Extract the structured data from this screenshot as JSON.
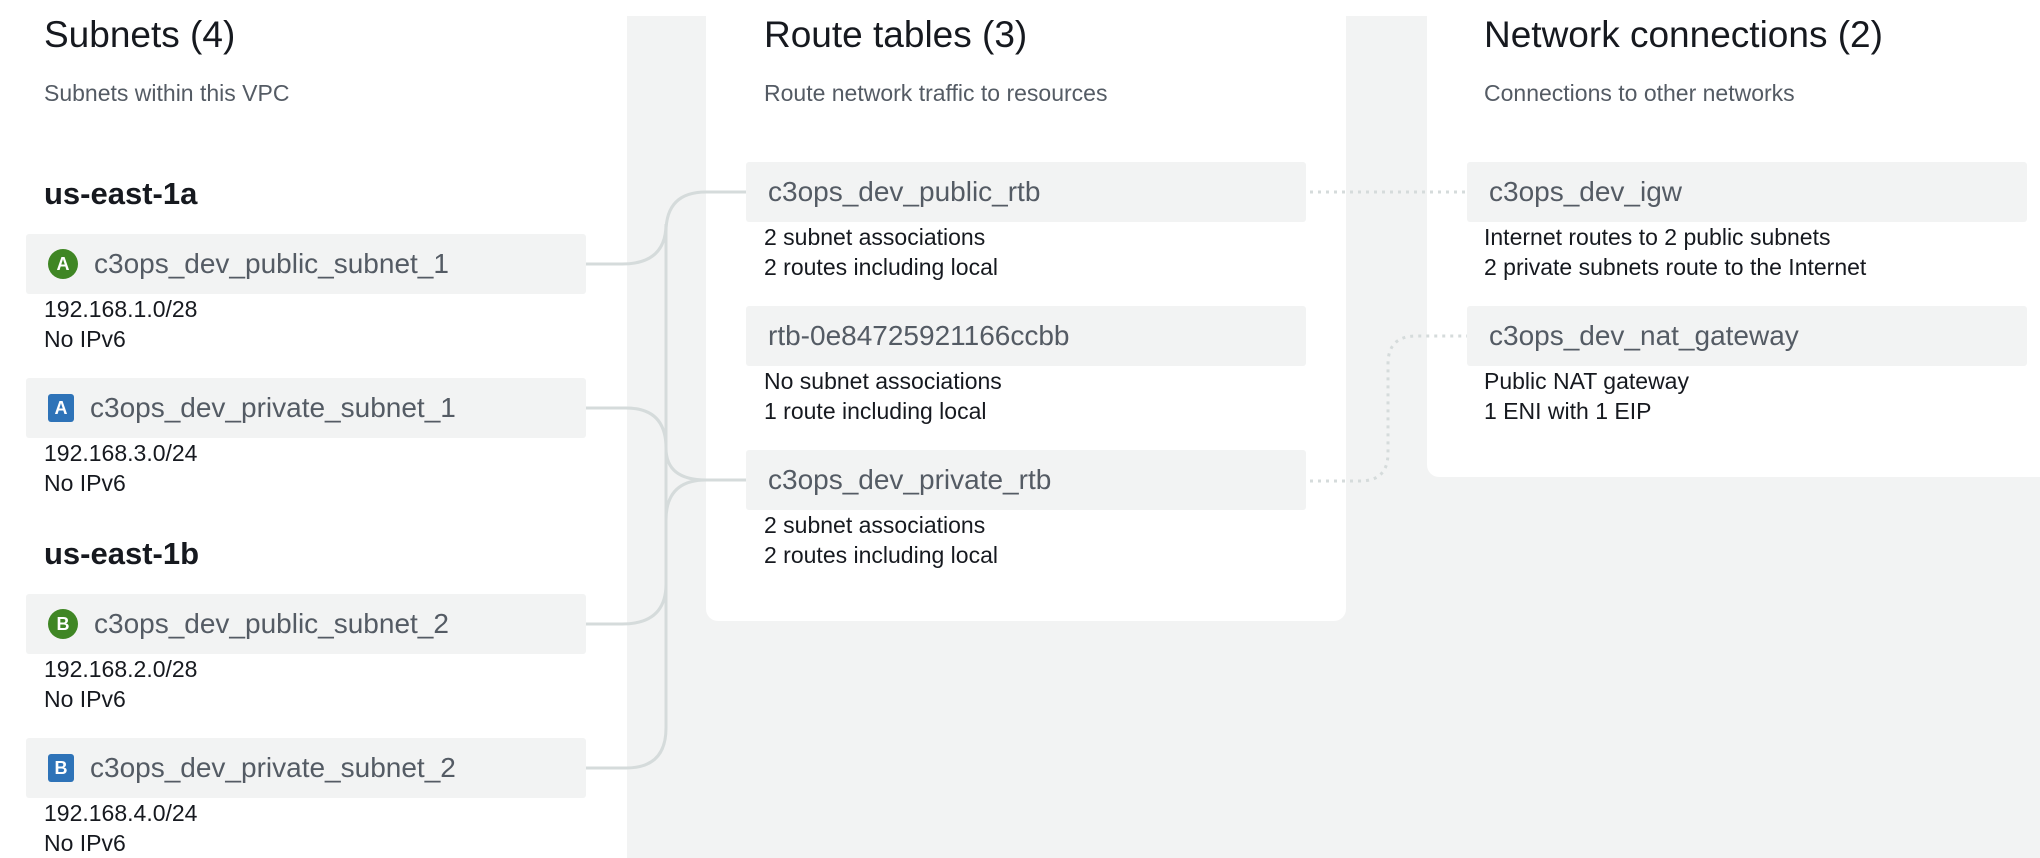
{
  "subnets": {
    "title": "Subnets (4)",
    "subtitle": "Subnets within this VPC",
    "zones": [
      {
        "name": "us-east-1a"
      },
      {
        "name": "us-east-1b"
      }
    ],
    "items": [
      {
        "badge": "A",
        "kind": "public",
        "name": "c3ops_dev_public_subnet_1",
        "cidr": "192.168.1.0/28",
        "ipv6": "No IPv6",
        "color": "#3f8624"
      },
      {
        "badge": "A",
        "kind": "private",
        "name": "c3ops_dev_private_subnet_1",
        "cidr": "192.168.3.0/24",
        "ipv6": "No IPv6",
        "color": "#2e73b8"
      },
      {
        "badge": "B",
        "kind": "public",
        "name": "c3ops_dev_public_subnet_2",
        "cidr": "192.168.2.0/28",
        "ipv6": "No IPv6",
        "color": "#3f8624"
      },
      {
        "badge": "B",
        "kind": "private",
        "name": "c3ops_dev_private_subnet_2",
        "cidr": "192.168.4.0/24",
        "ipv6": "No IPv6",
        "color": "#2e73b8"
      }
    ]
  },
  "route_tables": {
    "title": "Route tables (3)",
    "subtitle": "Route network traffic to resources",
    "items": [
      {
        "name": "c3ops_dev_public_rtb",
        "line1": "2 subnet associations",
        "line2": "2 routes including local"
      },
      {
        "name": "rtb-0e84725921166ccbb",
        "line1": "No subnet associations",
        "line2": "1 route including local"
      },
      {
        "name": "c3ops_dev_private_rtb",
        "line1": "2 subnet associations",
        "line2": "2 routes including local"
      }
    ]
  },
  "network_connections": {
    "title": "Network connections (2)",
    "subtitle": "Connections to other networks",
    "items": [
      {
        "name": "c3ops_dev_igw",
        "line1": "Internet routes to 2 public subnets",
        "line2": "2 private subnets route to the Internet"
      },
      {
        "name": "c3ops_dev_nat_gateway",
        "line1": "Public NAT gateway",
        "line2": "1 ENI with 1 EIP"
      }
    ]
  },
  "colors": {
    "public_badge": "#3f8624",
    "private_badge": "#2e73b8",
    "card_bg": "#f2f3f3",
    "connector": "#d5dbdb"
  }
}
